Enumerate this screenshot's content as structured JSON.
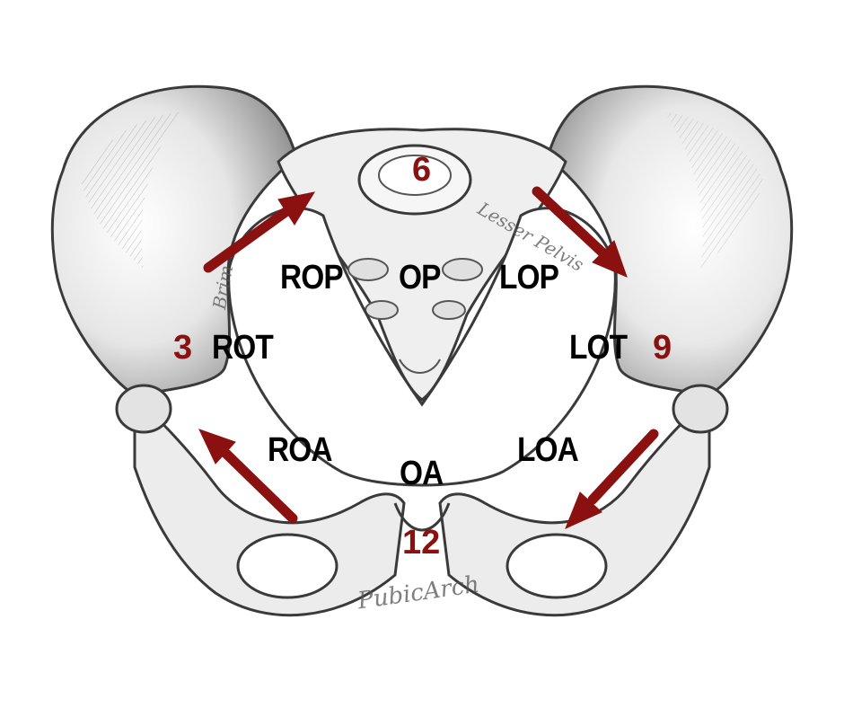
{
  "colors": {
    "arrow": "#8b1111",
    "clock_number": "#8b1111",
    "label": "#000000",
    "bone_fill": "#f1f1f1",
    "bone_shade": "#9a9a9a",
    "bone_stroke": "#3a3a3a"
  },
  "positions": {
    "rop": "ROP",
    "op": "OP",
    "lop": "LOP",
    "rot": "ROT",
    "lot": "LOT",
    "roa": "ROA",
    "oa": "OA",
    "loa": "LOA"
  },
  "clock": {
    "three": "3",
    "six": "6",
    "nine": "9",
    "twelve": "12"
  },
  "engravings": {
    "pubic_arch": "PubicArch",
    "lesser_pelvis": "Lesser Pelvis",
    "brim": "Brim"
  },
  "icons": [
    "pelvis-illustration",
    "rotation-arrow"
  ]
}
